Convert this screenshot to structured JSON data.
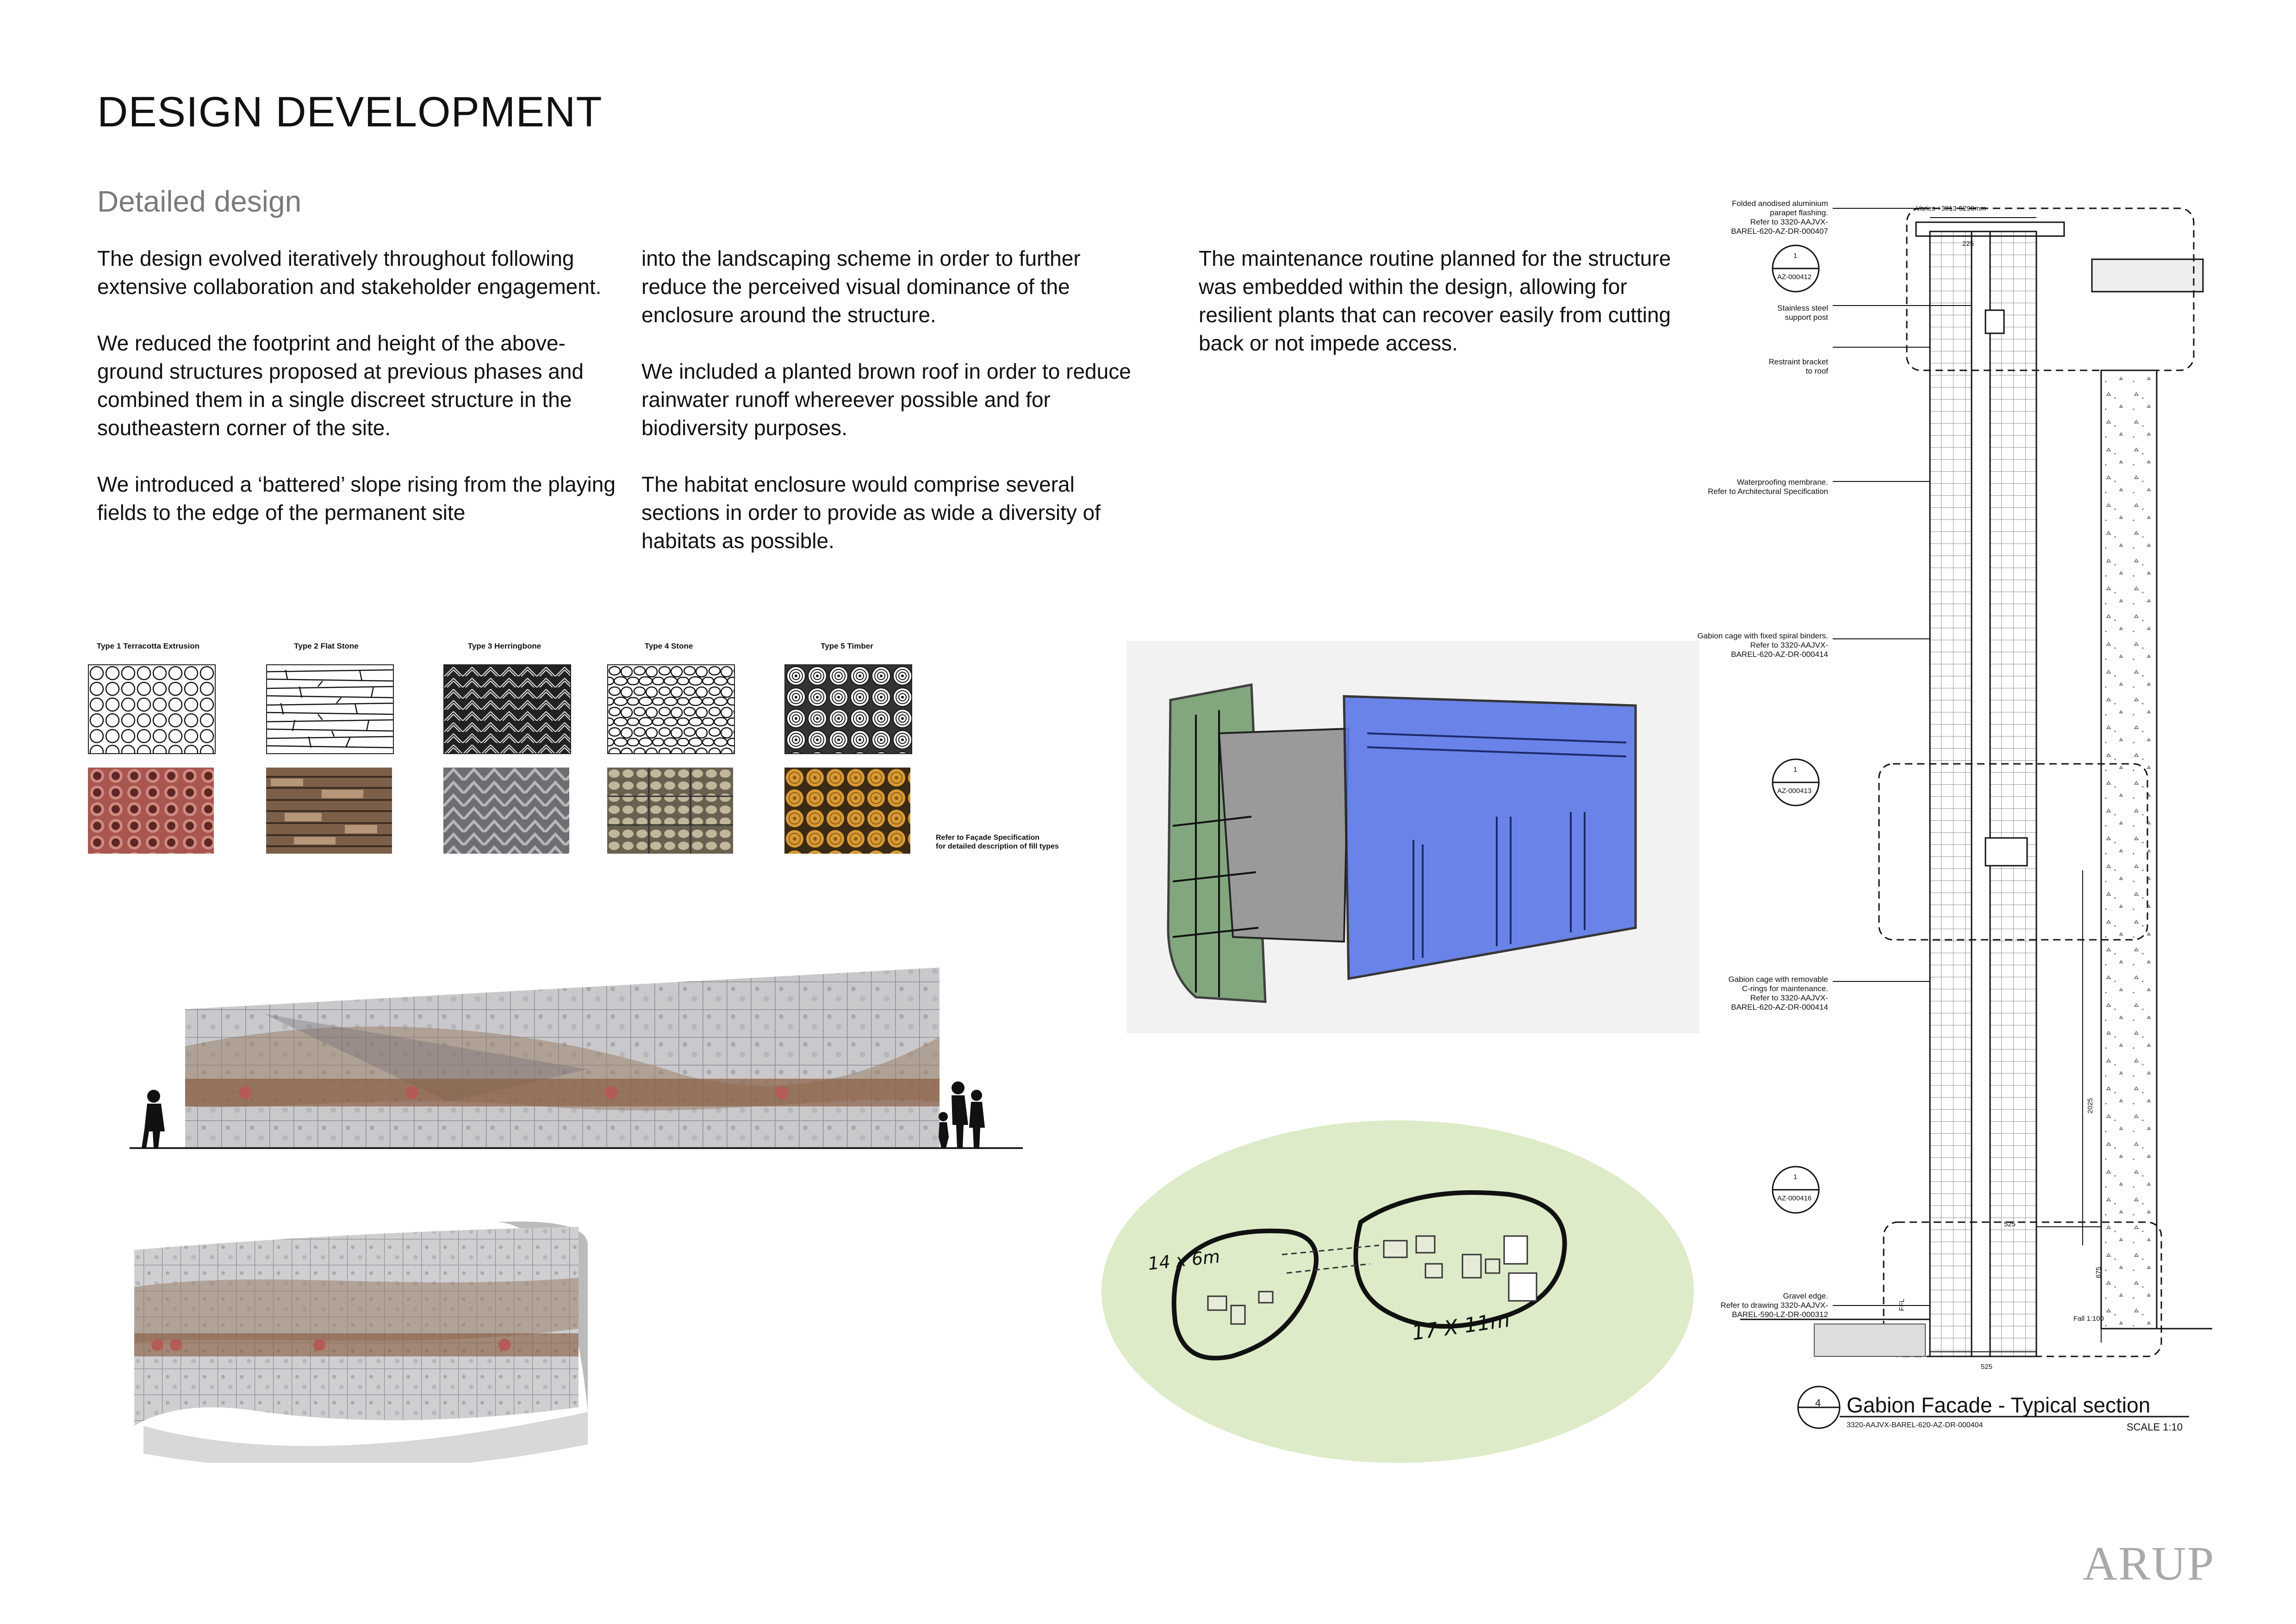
{
  "page": {
    "title": "DESIGN DEVELOPMENT",
    "subtitle": "Detailed design",
    "logo": "ARUP"
  },
  "text": {
    "col1": [
      "The design evolved iteratively throughout following extensive collaboration and stakeholder engagement.",
      "We reduced the footprint and height of the above-ground structures proposed at previous phases and combined them in a single discreet structure in the southeastern corner of the site.",
      "We introduced a ‘battered’ slope rising from the playing fields to the edge of the permanent site"
    ],
    "col2": [
      "into the landscaping scheme in order to further reduce the perceived visual dominance of the enclosure around the structure.",
      "We included a planted brown roof in order to reduce rainwater runoff whereever possible and for biodiversity purposes.",
      "The habitat enclosure would comprise several sections in order to provide as wide a diversity of habitats as possible."
    ],
    "col3": [
      "The maintenance routine planned for the structure was embedded within the design, allowing for resilient plants that can recover easily from cutting back or not impede access."
    ]
  },
  "fill_types": [
    {
      "label": "Type 1 Terracotta Extrusion",
      "pattern": "circles",
      "photo_color": "#b4605a"
    },
    {
      "label": "Type 2 Flat Stone",
      "pattern": "flat-stone",
      "photo_color": "#8a6c52"
    },
    {
      "label": "Type 3 Herringbone",
      "pattern": "herringbone",
      "photo_color": "#8c8a8c"
    },
    {
      "label": "Type 4 Stone",
      "pattern": "stone",
      "photo_color": "#a49880"
    },
    {
      "label": "Type 5 Timber",
      "pattern": "timber",
      "photo_color": "#c98a2e"
    }
  ],
  "fill_note": [
    "Refer to Façade Specification",
    "for detailed description of fill types"
  ],
  "plan_sketch": {
    "label_small": "14 x 6m",
    "label_large": "17 X 11m"
  },
  "section": {
    "number": "4",
    "title": "Gabion Facade - Typical section",
    "drawing_ref": "3320-AAJVX-BAREL-620-AZ-DR-000404",
    "scale": "SCALE 1:10",
    "callouts": [
      {
        "id": "1",
        "ref": "AZ-000412"
      },
      {
        "id": "1",
        "ref": "AZ-000413"
      },
      {
        "id": "1",
        "ref": "AZ-000416"
      }
    ],
    "annotations": [
      [
        "Folded anodised aluminium",
        "parapet flashing.",
        "Refer to 3320-AAJVX-",
        "BAREL-620-AZ-DR-000407"
      ],
      [
        "Stainless steel",
        "support post"
      ],
      [
        "Restraint bracket",
        "to roof"
      ],
      [
        "Waterproofing membrane.",
        "Refer to Architectural Specification"
      ],
      [
        "Gabion cage with fixed spiral binders.",
        "Refer to 3320-AAJVX-",
        "BAREL-620-AZ-DR-000414"
      ],
      [
        "Gabion cage with removable",
        "C-rings for maintenance.",
        "Refer to 3320-AAJVX-",
        "BAREL-620-AZ-DR-000414"
      ],
      [
        "Gravel edge.",
        "Refer to drawing 3320-AAJVX-",
        "BAREL-590-LZ-DR-000312"
      ]
    ],
    "dims": {
      "top": "Varies +3913-5290mm",
      "top_inner": "225",
      "mid": "2025",
      "lower1": "525",
      "lower2": "675",
      "bottom": "525",
      "ffl": "FFL",
      "fall": "Fall 1:100"
    }
  },
  "colors": {
    "blue_wall": "#5b78e8",
    "green_wall": "#6f9a6a",
    "grass": "#cfe3b0",
    "logo": "#a9a9a9"
  }
}
